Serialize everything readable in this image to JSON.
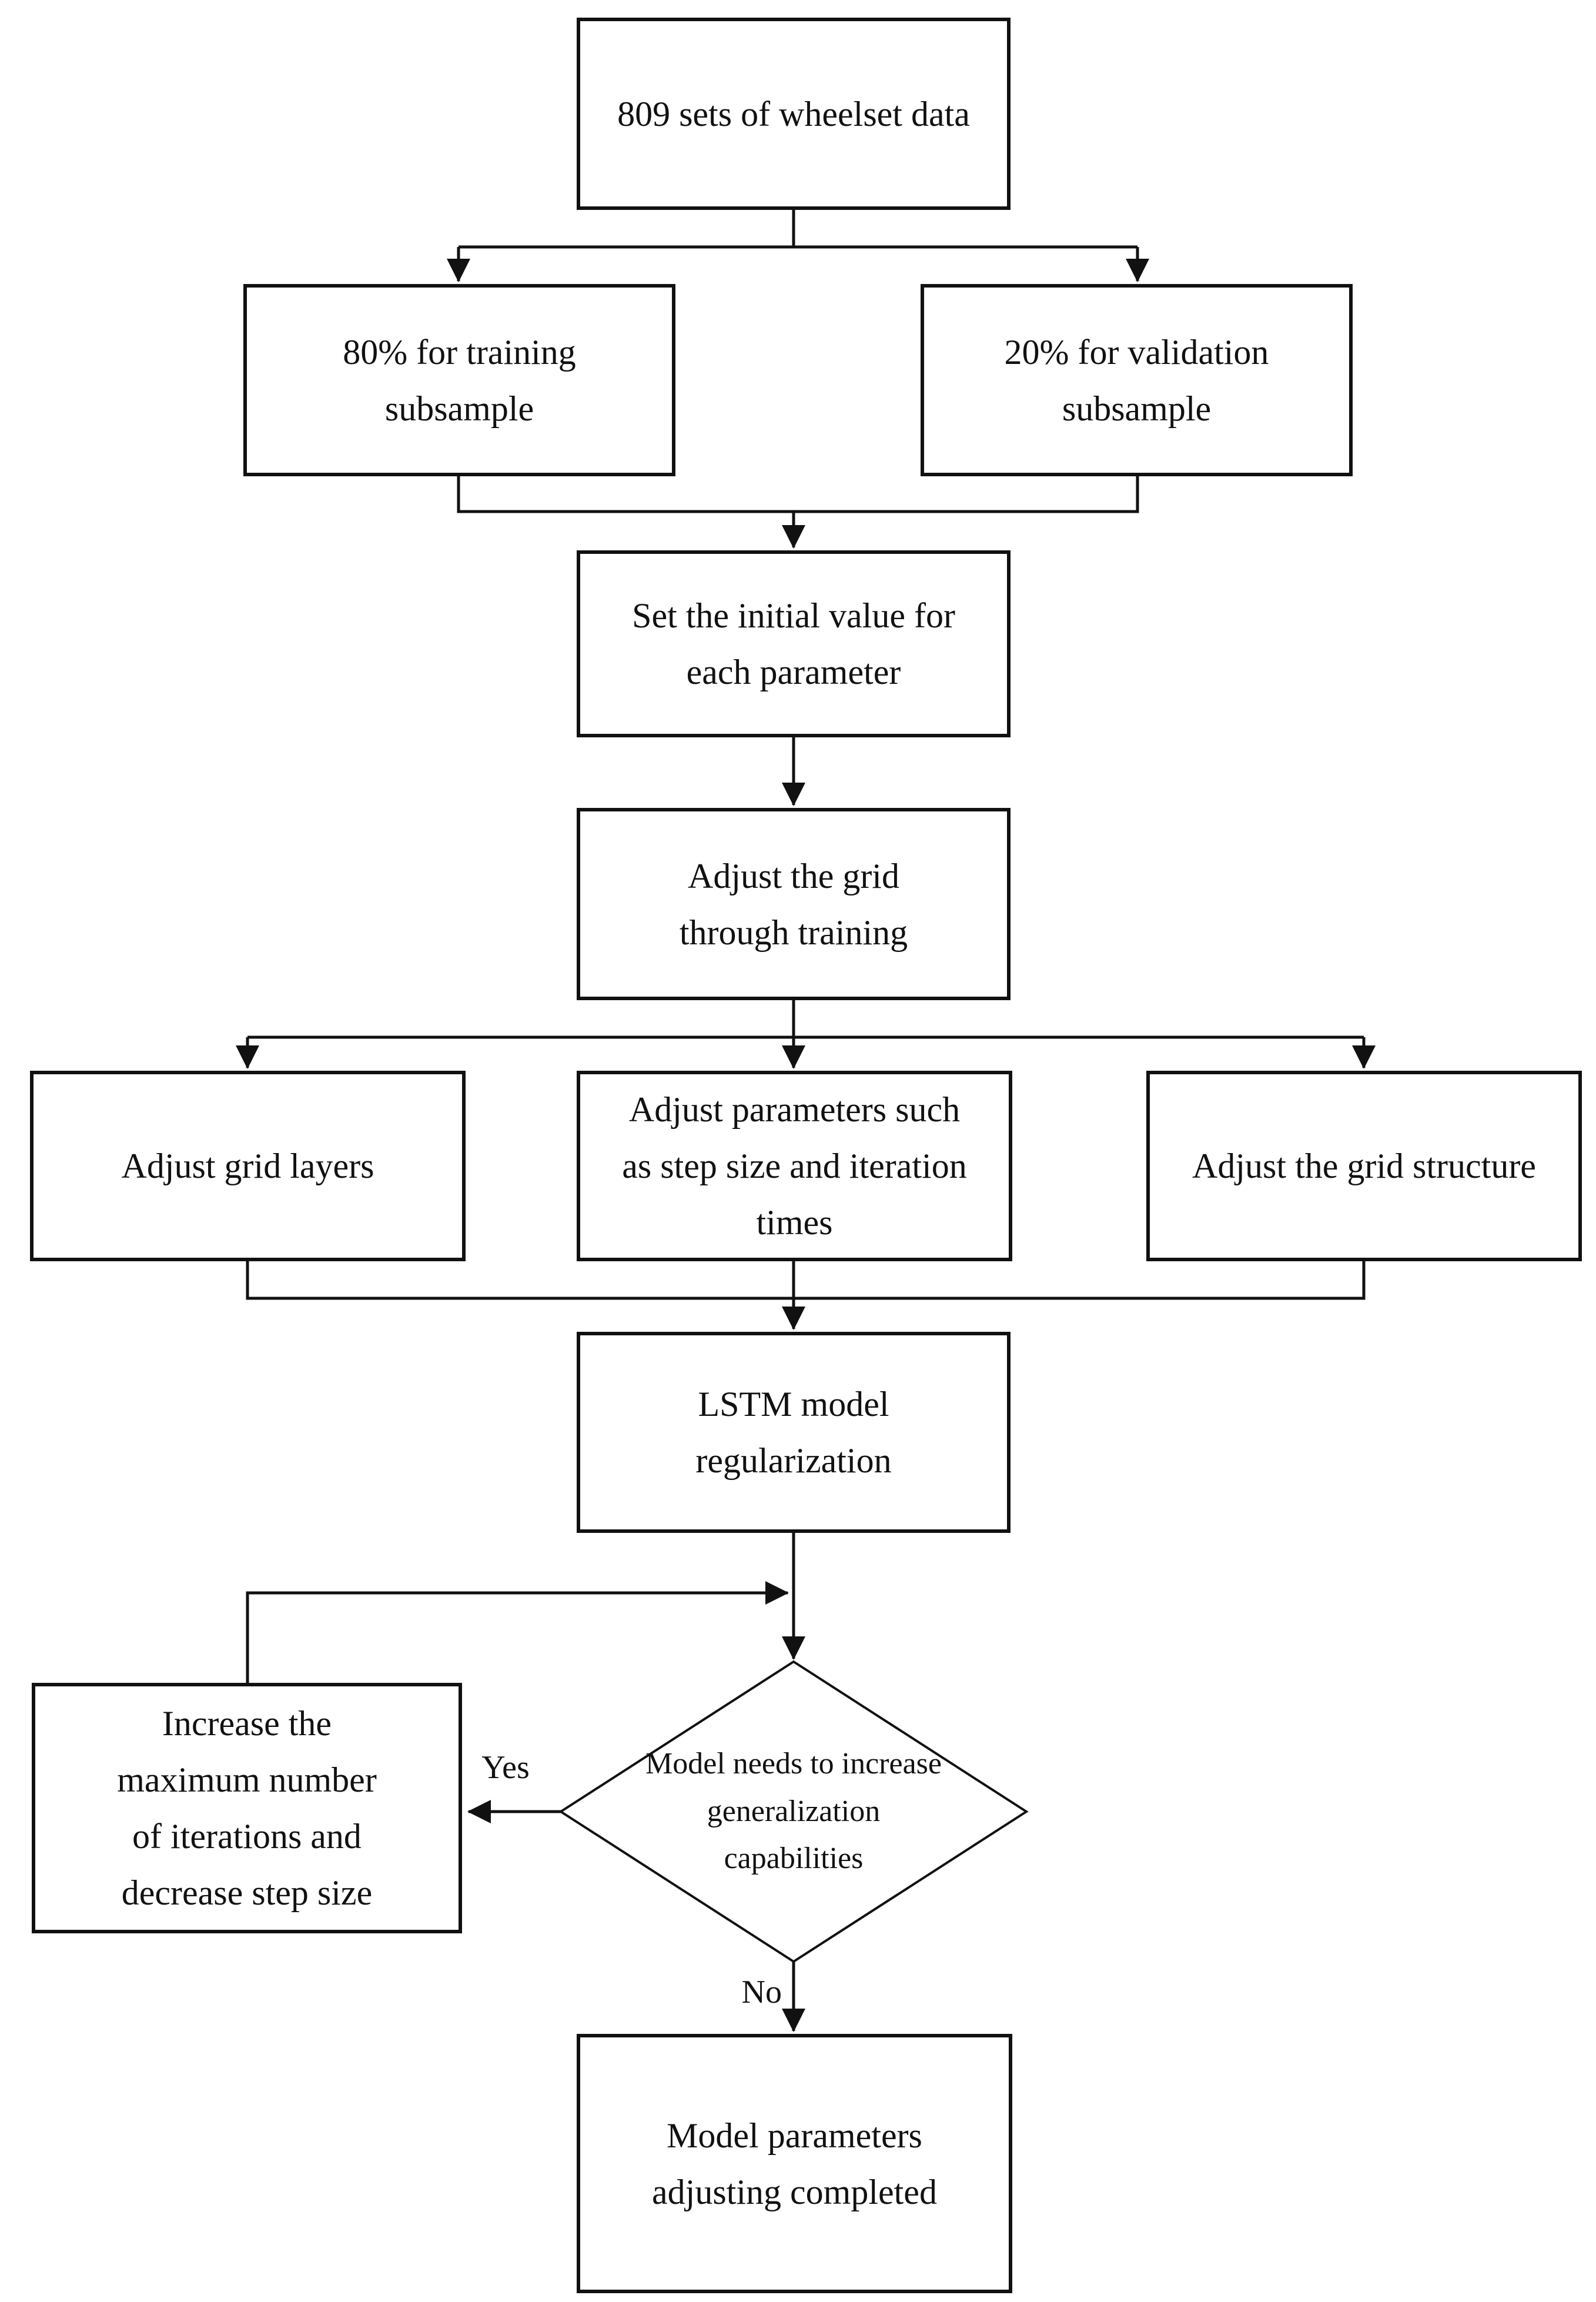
{
  "flowchart": {
    "title_hint": "LSTM model parameter adjustment flowchart",
    "colors": {
      "background": "#ffffff",
      "line": "#111111",
      "node_fill": "#ffffff",
      "text": "#111111"
    },
    "nodes": {
      "wheelset_data": {
        "label": "809 sets of wheelset data",
        "shape": "rect"
      },
      "training_subsample": {
        "label": "80% for training subsample",
        "shape": "rect"
      },
      "validation_subsample": {
        "label": "20% for validation subsample",
        "shape": "rect"
      },
      "set_initial_value": {
        "label": "Set the initial value for each parameter",
        "shape": "rect"
      },
      "adjust_grid_training": {
        "label": "Adjust the grid through training",
        "shape": "rect"
      },
      "adjust_grid_layers": {
        "label": "Adjust grid layers",
        "shape": "rect"
      },
      "adjust_parameters": {
        "label": "Adjust parameters such as step size and iteration times",
        "shape": "rect"
      },
      "adjust_grid_structure": {
        "label": "Adjust the grid structure",
        "shape": "rect"
      },
      "lstm_regularization": {
        "label": "LSTM model regularization",
        "shape": "rect"
      },
      "increase_iterations": {
        "label": "Increase the maximum number of iterations and decrease step size",
        "shape": "rect"
      },
      "decision_generalization": {
        "label": "Model needs to increase generalization capabilities",
        "shape": "diamond"
      },
      "model_completed": {
        "label": "Model parameters adjusting completed",
        "shape": "rect"
      }
    },
    "edge_labels": {
      "yes": "Yes",
      "no": "No"
    },
    "edges": [
      {
        "from": "wheelset_data",
        "to": "training_subsample"
      },
      {
        "from": "wheelset_data",
        "to": "validation_subsample"
      },
      {
        "from": "training_subsample",
        "to": "set_initial_value"
      },
      {
        "from": "validation_subsample",
        "to": "set_initial_value"
      },
      {
        "from": "set_initial_value",
        "to": "adjust_grid_training"
      },
      {
        "from": "adjust_grid_training",
        "to": "adjust_grid_layers"
      },
      {
        "from": "adjust_grid_training",
        "to": "adjust_parameters"
      },
      {
        "from": "adjust_grid_training",
        "to": "adjust_grid_structure"
      },
      {
        "from": "adjust_grid_layers",
        "to": "lstm_regularization"
      },
      {
        "from": "adjust_parameters",
        "to": "lstm_regularization"
      },
      {
        "from": "adjust_grid_structure",
        "to": "lstm_regularization"
      },
      {
        "from": "lstm_regularization",
        "to": "decision_generalization"
      },
      {
        "from": "decision_generalization",
        "to": "increase_iterations",
        "label": "Yes"
      },
      {
        "from": "increase_iterations",
        "to": "decision_generalization",
        "note": "feedback loop rejoins line above diamond"
      },
      {
        "from": "decision_generalization",
        "to": "model_completed",
        "label": "No"
      }
    ]
  }
}
